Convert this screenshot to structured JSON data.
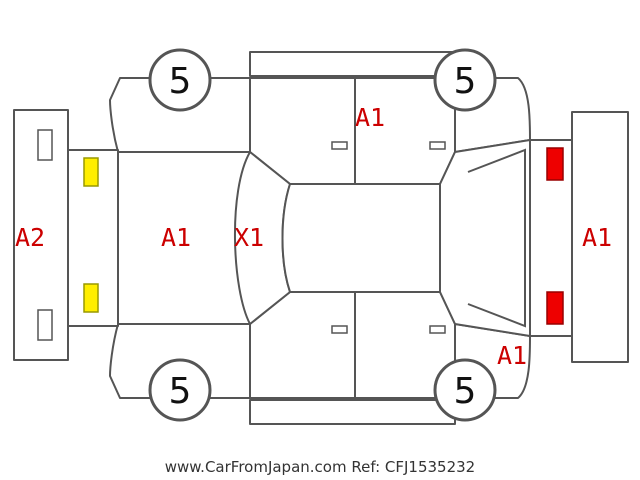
{
  "colors": {
    "outline": "#555555",
    "damage_text": "#cc0000",
    "lamp_front": "#ffee00",
    "lamp_front_border": "#999900",
    "lamp_rear": "#ee0000",
    "lamp_rear_border": "#990000"
  },
  "tires": {
    "front_left": "5",
    "rear_left": "5",
    "front_right": "5",
    "rear_right": "5"
  },
  "grades": {
    "front_bumper": "A2",
    "hood": "A1",
    "windshield": "X1",
    "left_rear_door": "A1",
    "rear_bumper": "A1",
    "right_rear_fender": "A1"
  },
  "footer": {
    "text": "www.CarFromJapan.com Ref: CFJ1535232"
  }
}
